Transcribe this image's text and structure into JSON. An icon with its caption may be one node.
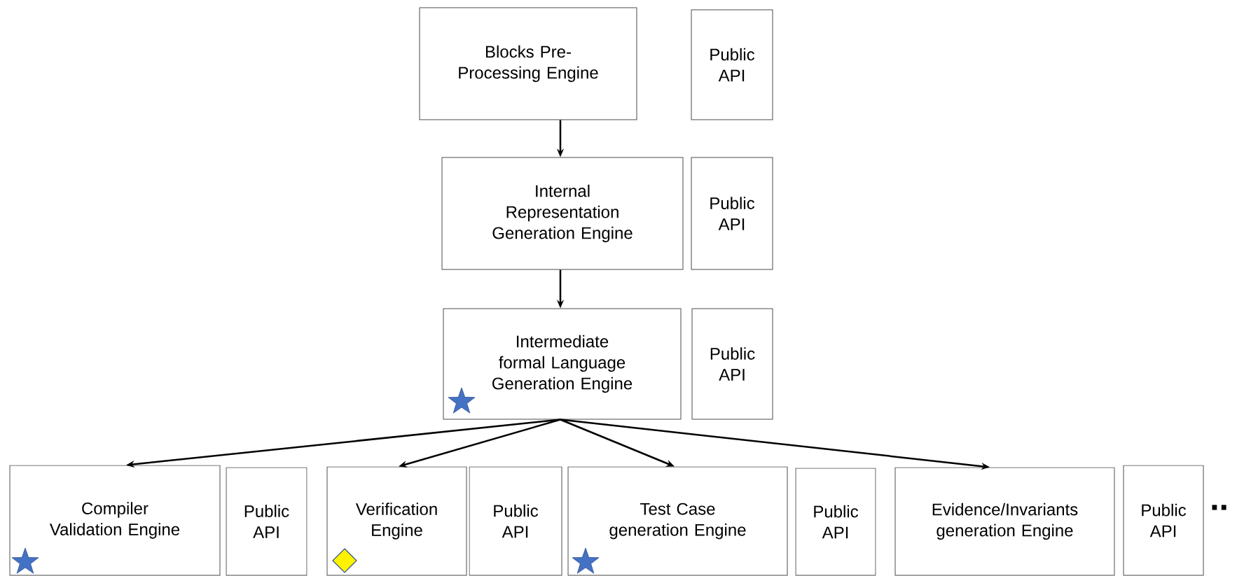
{
  "diagram": {
    "nodes": [
      {
        "text": [
          "Blocks Pre-Processing Engine"
        ]
      },
      {
        "text": [
          "Public API"
        ]
      },
      {
        "text": [
          "Internal Representation Generation Engine"
        ]
      },
      {
        "text": [
          "Public API"
        ]
      },
      {
        "text": [
          "Intermediate formal Language Generation Engine"
        ]
      },
      {
        "text": [
          "Public API"
        ]
      },
      {
        "text": [
          "Compiler Validation Engine"
        ]
      },
      {
        "text": [
          "Public API"
        ]
      },
      {
        "text": [
          "Verification Engine"
        ]
      },
      {
        "text": [
          "Public API"
        ]
      },
      {
        "text": [
          "Test Case generation Engine"
        ]
      },
      {
        "text": [
          "Public API"
        ]
      },
      {
        "text": [
          "Evidence/Invariants generation Engine"
        ]
      },
      {
        "text": [
          "Public API"
        ]
      }
    ],
    "edges": [
      {
        "from": 0,
        "to": 2,
        "arrow": "to"
      },
      {
        "from": 2,
        "to": 4,
        "arrow": "to"
      },
      {
        "from": 4,
        "to": 6,
        "arrow": "to"
      },
      {
        "from": 4,
        "to": 8,
        "arrow": "to"
      },
      {
        "from": 4,
        "to": 10,
        "arrow": "to"
      },
      {
        "from": 4,
        "to": 12,
        "arrow": "to"
      }
    ],
    "labels": [
      ".."
    ]
  }
}
